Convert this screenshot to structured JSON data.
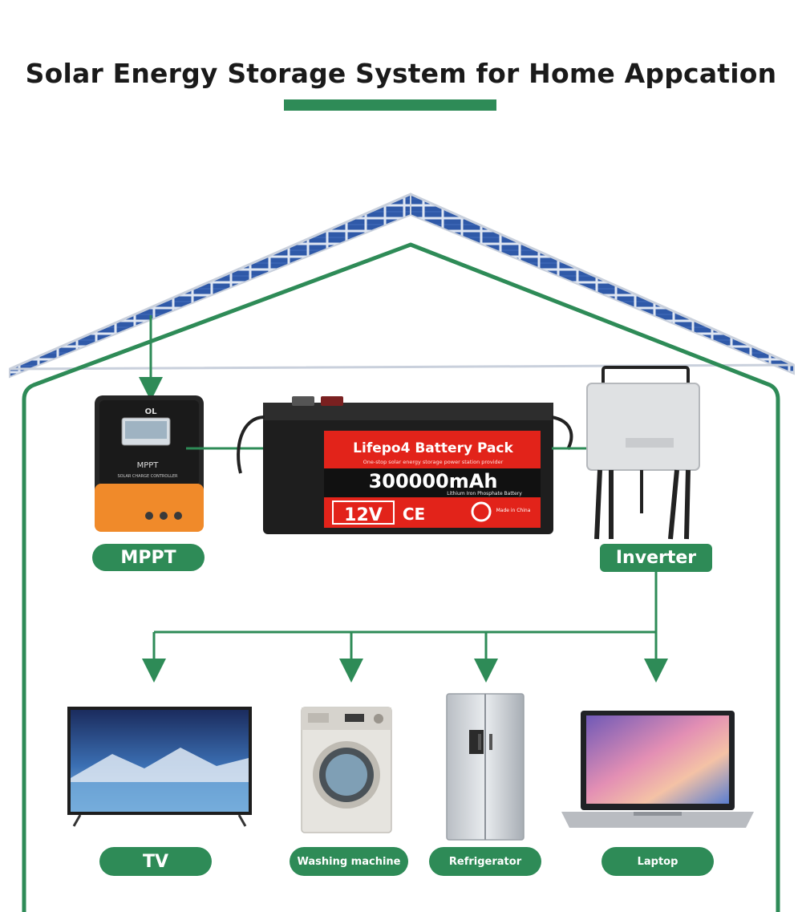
{
  "page": {
    "title": "Solar Energy Storage System for Home Appcation"
  },
  "accent_color": "#2e8b57",
  "components": {
    "controller": {
      "brand": "OL",
      "model": "MPPT",
      "subtitle": "SOLAR CHARGE CONTROLLER",
      "label": "MPPT"
    },
    "battery": {
      "heading": "Lifepo4 Battery Pack",
      "tagline": "One-stop solar energy storage power station provider",
      "capacity": "300000mAh",
      "chemistry": "Lithium Iron Phosphate Battery",
      "voltage": "12V",
      "cert": "CE",
      "origin": "Made in China"
    },
    "inverter": {
      "label": "Inverter"
    }
  },
  "appliances": [
    {
      "label": "TV",
      "icon": "tv-icon"
    },
    {
      "label": "Washing machine",
      "icon": "washing-machine-icon"
    },
    {
      "label": "Refrigerator",
      "icon": "refrigerator-icon"
    },
    {
      "label": "Laptop",
      "icon": "laptop-icon"
    }
  ]
}
